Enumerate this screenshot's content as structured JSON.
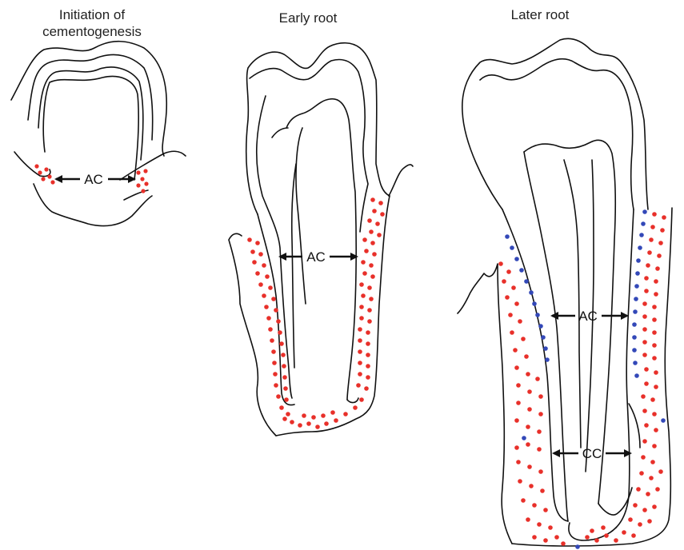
{
  "panels": [
    {
      "title": "Initiation of\ncementogenesis"
    },
    {
      "title": "Early root"
    },
    {
      "title": "Later root"
    }
  ],
  "labels": {
    "ac": "AC",
    "cc": "CC"
  },
  "colors": {
    "red_cells": "#e8302a",
    "blue_cells": "#3348b8",
    "outline": "#111111"
  }
}
